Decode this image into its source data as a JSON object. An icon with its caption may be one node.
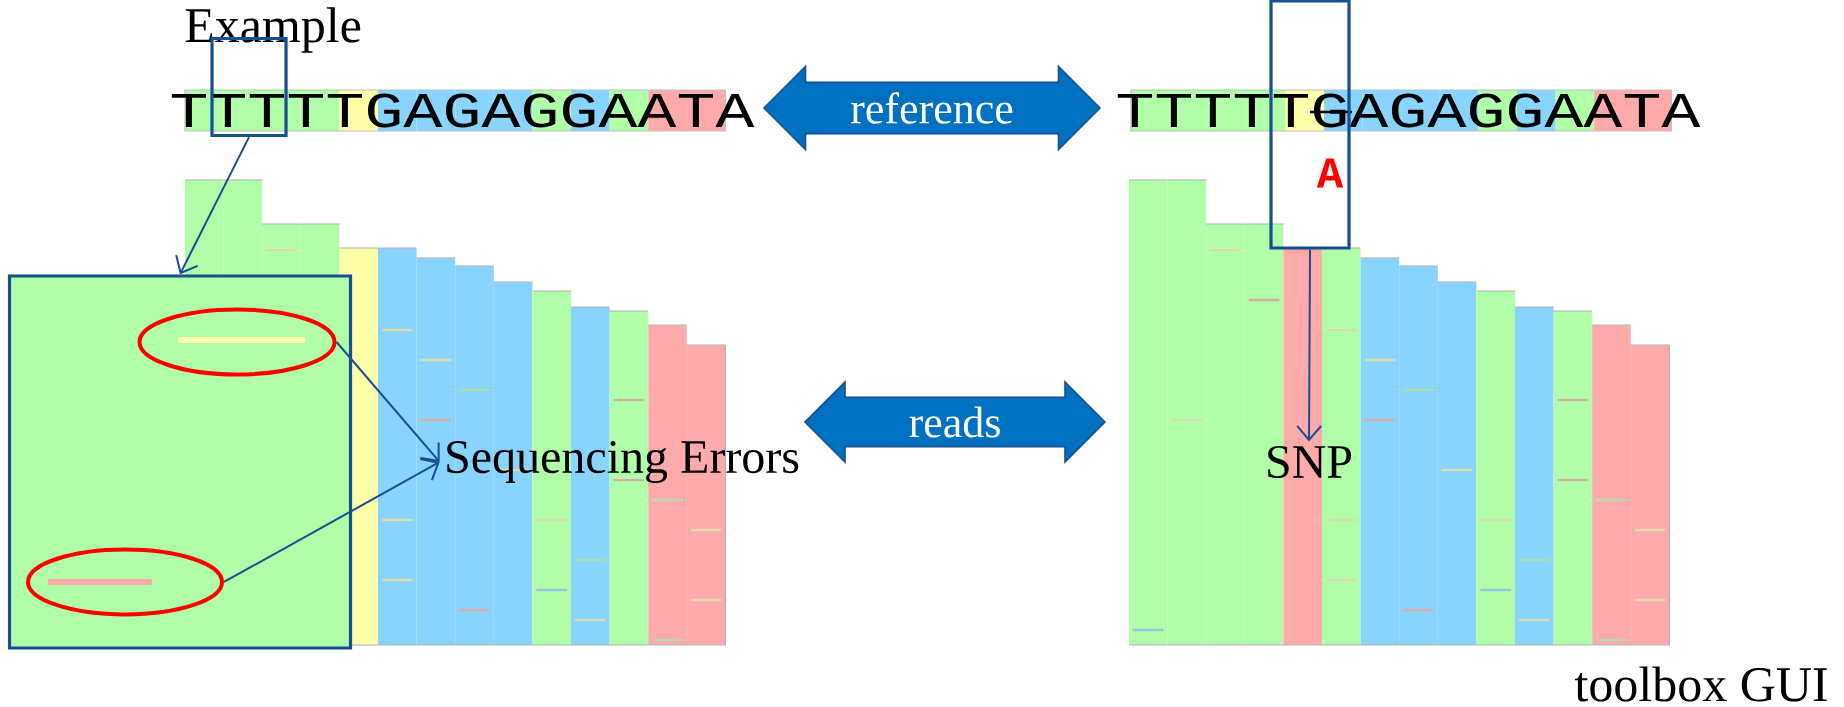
{
  "diagram": {
    "nodes": [
      {
        "text": [],
        "shape": "box"
      },
      {
        "text": [],
        "shape": "box"
      },
      {
        "text": [],
        "shape": "ellipse",
        "in": 1
      },
      {
        "text": [],
        "shape": "ellipse",
        "in": 1
      },
      {
        "text": [
          "Sequencing Errors"
        ]
      },
      {
        "text": [
          "reference"
        ]
      },
      {
        "text": [
          "reads"
        ]
      },
      {
        "text": [
          "A"
        ]
      },
      {
        "text": [
          "SNP"
        ]
      }
    ],
    "edges": [
      {
        "from": 0,
        "to": 1,
        "arrow": "to"
      },
      {
        "from": 2,
        "to": 4,
        "arrow": "to"
      },
      {
        "from": 3,
        "to": 4,
        "arrow": "to"
      },
      {
        "from": 7,
        "to": 8,
        "arrow": "to"
      }
    ],
    "labels": [
      "Example",
      "TTTTTGAGAGGAATA",
      "TTTTTGAGAGGAATA",
      "toolbox GUI"
    ]
  }
}
